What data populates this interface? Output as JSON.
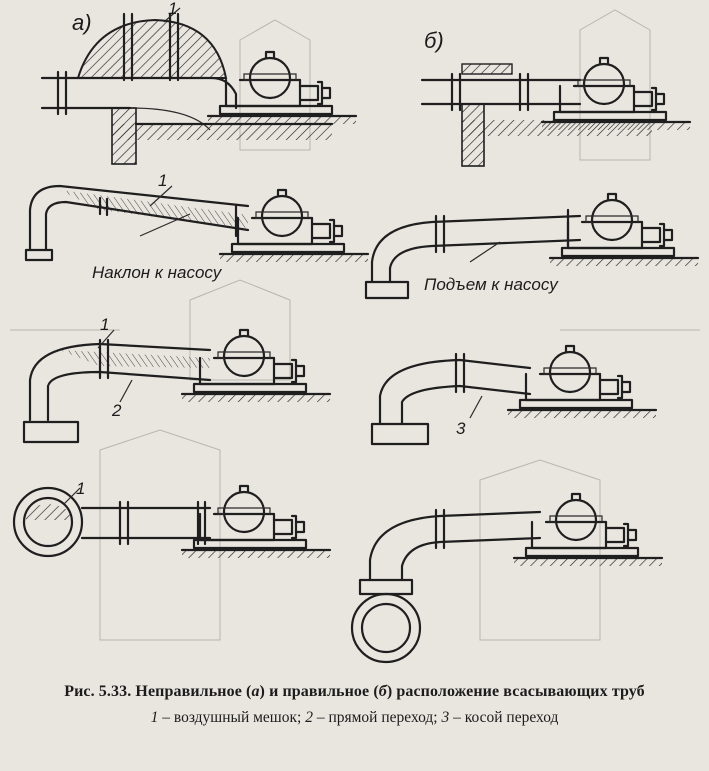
{
  "figure": {
    "panel_a": "а)",
    "panel_b": "б)",
    "callout_1": "1",
    "callout_2": "2",
    "callout_3": "3",
    "slope_label": "Наклон к насосу",
    "rise_label": "Подъем к насосу"
  },
  "caption": {
    "fig_no": "Рис. 5.33.",
    "t1": "Неправильное (",
    "a": "а",
    "t2": ") и правильное (",
    "b": "б",
    "t3": ") расположение всасывающих труб",
    "n1": "1",
    "d1": " – воздушный мешок; ",
    "n2": "2",
    "d2": " – прямой переход; ",
    "n3": "3",
    "d3": " – косой переход"
  },
  "colors": {
    "paper": "#e9e6e0",
    "ink": "#1f1f1f"
  }
}
